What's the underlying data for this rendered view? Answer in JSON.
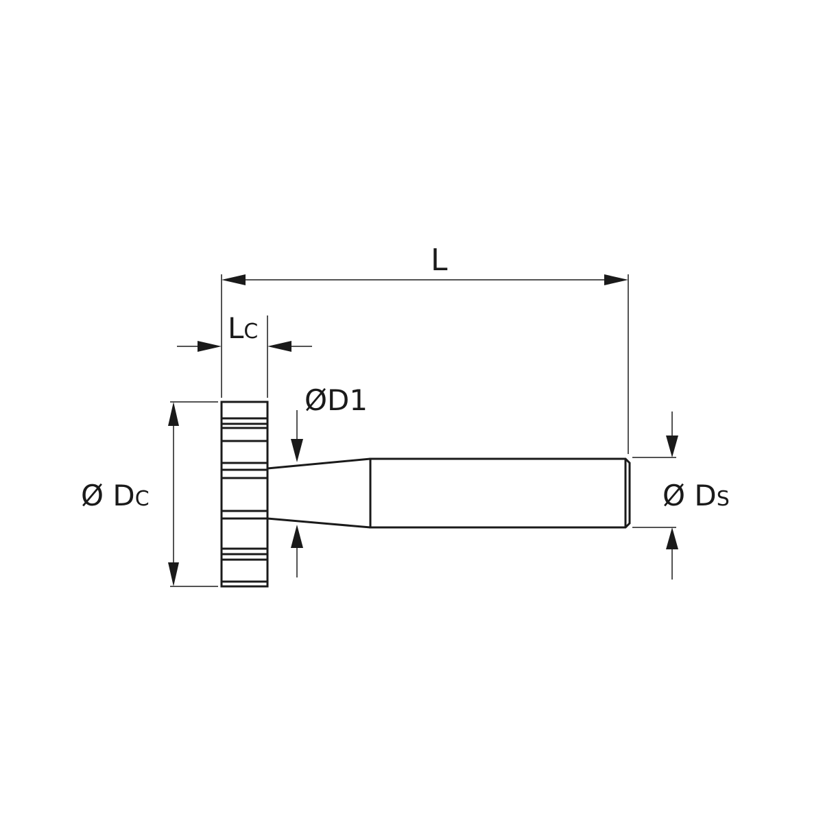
{
  "labels": {
    "length": {
      "main": "L",
      "sub": ""
    },
    "cutting_length": {
      "main": "L",
      "sub": "C"
    },
    "neck_diameter": {
      "main": "ØD1",
      "sub": ""
    },
    "cutter_diameter": {
      "main": "Ø D",
      "sub": "C"
    },
    "shank_diameter": {
      "main": "Ø D",
      "sub": "S"
    }
  },
  "colors": {
    "line": "#1a1a1a",
    "background": "#ffffff"
  }
}
